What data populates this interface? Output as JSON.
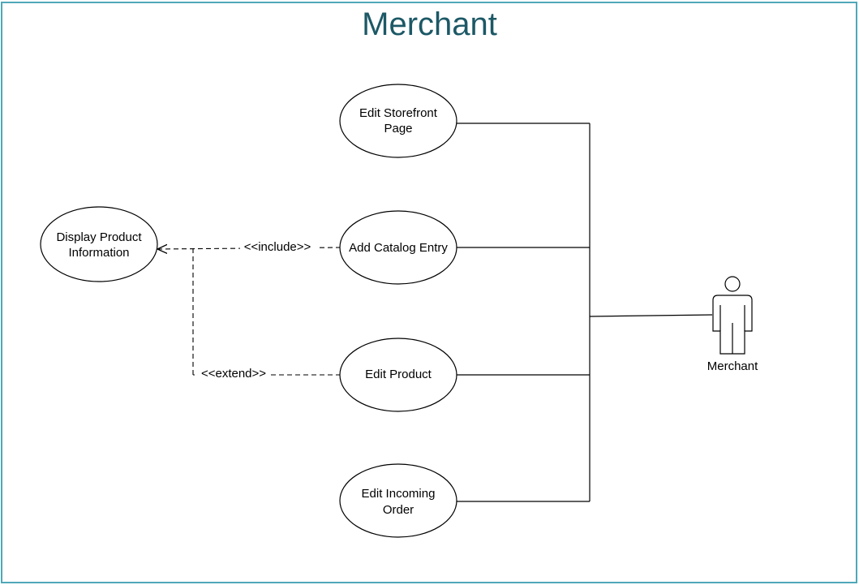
{
  "title": "Merchant",
  "colors": {
    "frame": "#4fa8b8",
    "title": "#1c5866",
    "lines": "#000000"
  },
  "use_cases": {
    "display_product": [
      "Display Product",
      "Information"
    ],
    "edit_storefront": [
      "Edit Storefront",
      "Page"
    ],
    "add_catalog": [
      "Add Catalog Entry"
    ],
    "edit_product": [
      "Edit Product"
    ],
    "edit_incoming_order": [
      "Edit Incoming",
      "Order"
    ]
  },
  "relationships": {
    "include": "<<include>>",
    "extend": "<<extend>>"
  },
  "actor": {
    "name": "Merchant"
  }
}
